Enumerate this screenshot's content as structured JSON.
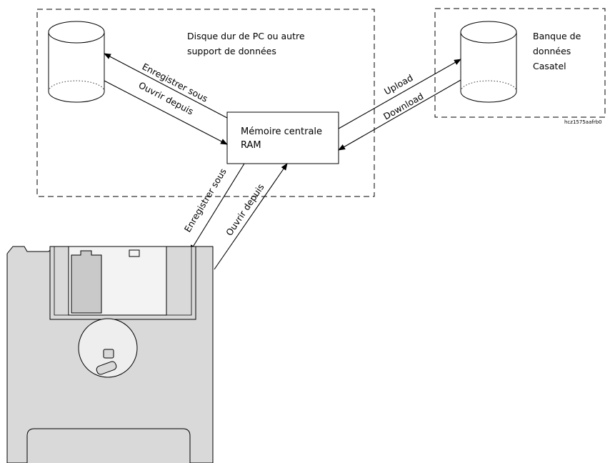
{
  "hard_disk": {
    "label_line1": "Disque dur de PC ou autre",
    "label_line2": "support de données"
  },
  "database": {
    "label_line1": "Banque de",
    "label_line2": "données",
    "label_line3": "Casatel"
  },
  "ram": {
    "label_line1": "Mémoire centrale",
    "label_line2": "RAM"
  },
  "arrows": {
    "disk_save": "Enregistrer sous",
    "disk_open": "Ouvrir depuis",
    "upload": "Upload",
    "download": "Download",
    "floppy_save": "Enregistrer sous",
    "floppy_open": "Ouvrir depuis"
  },
  "reference_code": "hcz1575aafrb0",
  "colors": {
    "floppy_body": "#d9d9d9",
    "floppy_window": "#f3f3f3",
    "shutter_slot": "#c9c9c9"
  }
}
